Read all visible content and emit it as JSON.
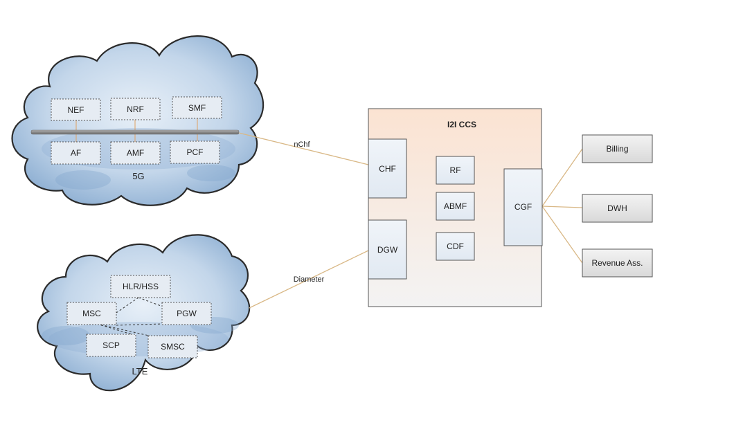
{
  "clouds": {
    "fiveg": {
      "label": "5G",
      "nodes": {
        "nef": "NEF",
        "nrf": "NRF",
        "smf": "SMF",
        "af": "AF",
        "amf": "AMF",
        "pcf": "PCF"
      }
    },
    "lte": {
      "label": "LTE",
      "nodes": {
        "hlr_hss": "HLR/HSS",
        "msc": "MSC",
        "pgw": "PGW",
        "scp": "SCP",
        "smsc": "SMSC"
      }
    }
  },
  "interfaces": {
    "nchf": "nChf",
    "diameter": "Diameter"
  },
  "ccs": {
    "title": "I2I CCS",
    "modules": {
      "chf": "CHF",
      "dgw": "DGW",
      "rf": "RF",
      "abmf": "ABMF",
      "cdf": "CDF",
      "cgf": "CGF"
    }
  },
  "outputs": {
    "billing": "Billing",
    "dwh": "DWH",
    "revenue": "Revenue Ass."
  },
  "colors": {
    "cloud_fill": "#c5d8ea",
    "cloud_shade": "#7fa3cc",
    "cloud_stroke": "#2b2b2b",
    "connector": "#d9b886",
    "ccs_top": "#fbe3d2",
    "ccs_bottom": "#f2f2f2",
    "module_fill": "#e6edf5",
    "output_fill": "#dedede"
  }
}
